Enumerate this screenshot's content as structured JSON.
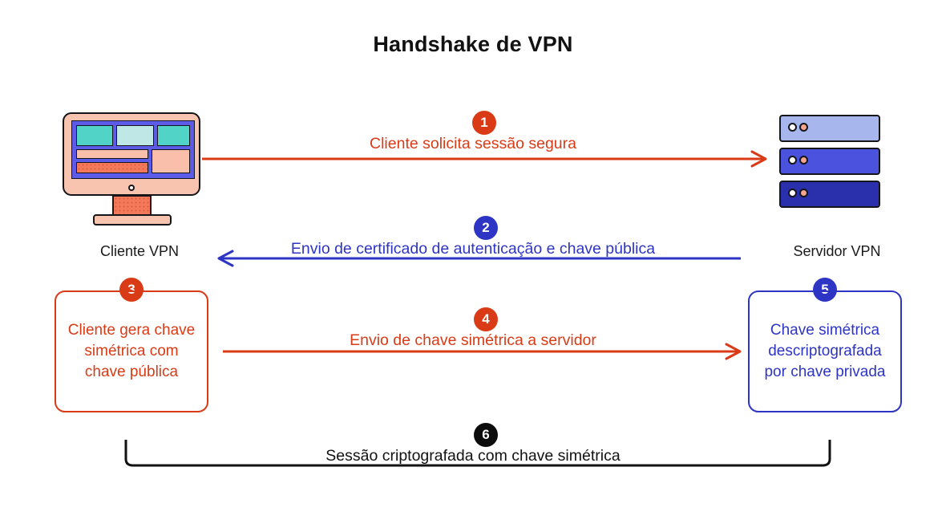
{
  "title": "Handshake de VPN",
  "colors": {
    "accent_red": "#d93b17",
    "accent_blue": "#2e35c4",
    "black": "#0c0c0c",
    "background": "#ffffff",
    "monitor_frame": "#f8c4b0",
    "monitor_screen": "#5b5be8",
    "teal": "#52d3c8",
    "teal_light": "#bfe7e6",
    "salmon": "#f9bfab",
    "salmon_dark": "#f4795a",
    "server_light": "#a7b7ee",
    "server_mid": "#4a52de",
    "server_dark": "#2a2fab"
  },
  "endpoints": {
    "client": {
      "label": "Cliente VPN",
      "icon": "desktop-monitor-icon"
    },
    "server": {
      "label": "Servidor VPN",
      "icon": "server-rack-icon"
    }
  },
  "steps": [
    {
      "number": "1",
      "label": "Cliente solicita sessão segura",
      "kind": "arrow",
      "direction": "client-to-server",
      "color": "#d93b17"
    },
    {
      "number": "2",
      "label": "Envio de certificado de autenticação e chave pública",
      "kind": "arrow",
      "direction": "server-to-client",
      "color": "#2e35c4"
    },
    {
      "number": "3",
      "label": "Cliente gera chave simétrica com chave pública",
      "kind": "box",
      "side": "client",
      "color": "#d93b17"
    },
    {
      "number": "4",
      "label": "Envio de chave simétrica a servidor",
      "kind": "arrow",
      "direction": "client-to-server",
      "color": "#d93b17"
    },
    {
      "number": "5",
      "label": "Chave simétrica descriptografada por chave privada",
      "kind": "box",
      "side": "server",
      "color": "#2e35c4"
    },
    {
      "number": "6",
      "label": "Sessão criptografada com chave simétrica",
      "kind": "bracket",
      "direction": "spanning",
      "color": "#0c0c0c"
    }
  ]
}
